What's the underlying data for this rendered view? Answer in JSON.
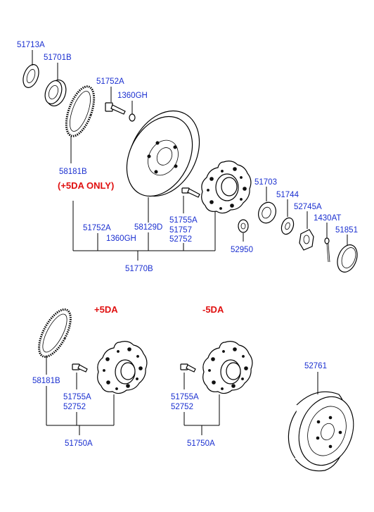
{
  "top_group": {
    "seal_outer": "51713A",
    "bearing_outer": "51701B",
    "bolt": "51752A",
    "washer": "1360GH",
    "tone_ring_label": "58181B",
    "tone_ring_note": "(+5DA ONLY)",
    "disc": "58129D",
    "bolt_bottom": "51752A",
    "washer_bottom": "1360GH",
    "hub_bolt_1": "51755A",
    "hub_bolt_2": "51757",
    "hub_bolt_3": "52752",
    "assembly": "51770B",
    "bearing_inner": "51703",
    "washer_inner": "51744",
    "nut": "52745A",
    "pin": "1430AT",
    "cap": "51851",
    "nut_small": "52950"
  },
  "variant_plus": {
    "title": "+5DA",
    "tone_ring": "58181B",
    "bolt": "51755A",
    "nut": "52752",
    "assembly": "51750A"
  },
  "variant_minus": {
    "title": "-5DA",
    "bolt": "51755A",
    "nut": "52752",
    "assembly": "51750A"
  },
  "drum": {
    "label": "52761"
  }
}
